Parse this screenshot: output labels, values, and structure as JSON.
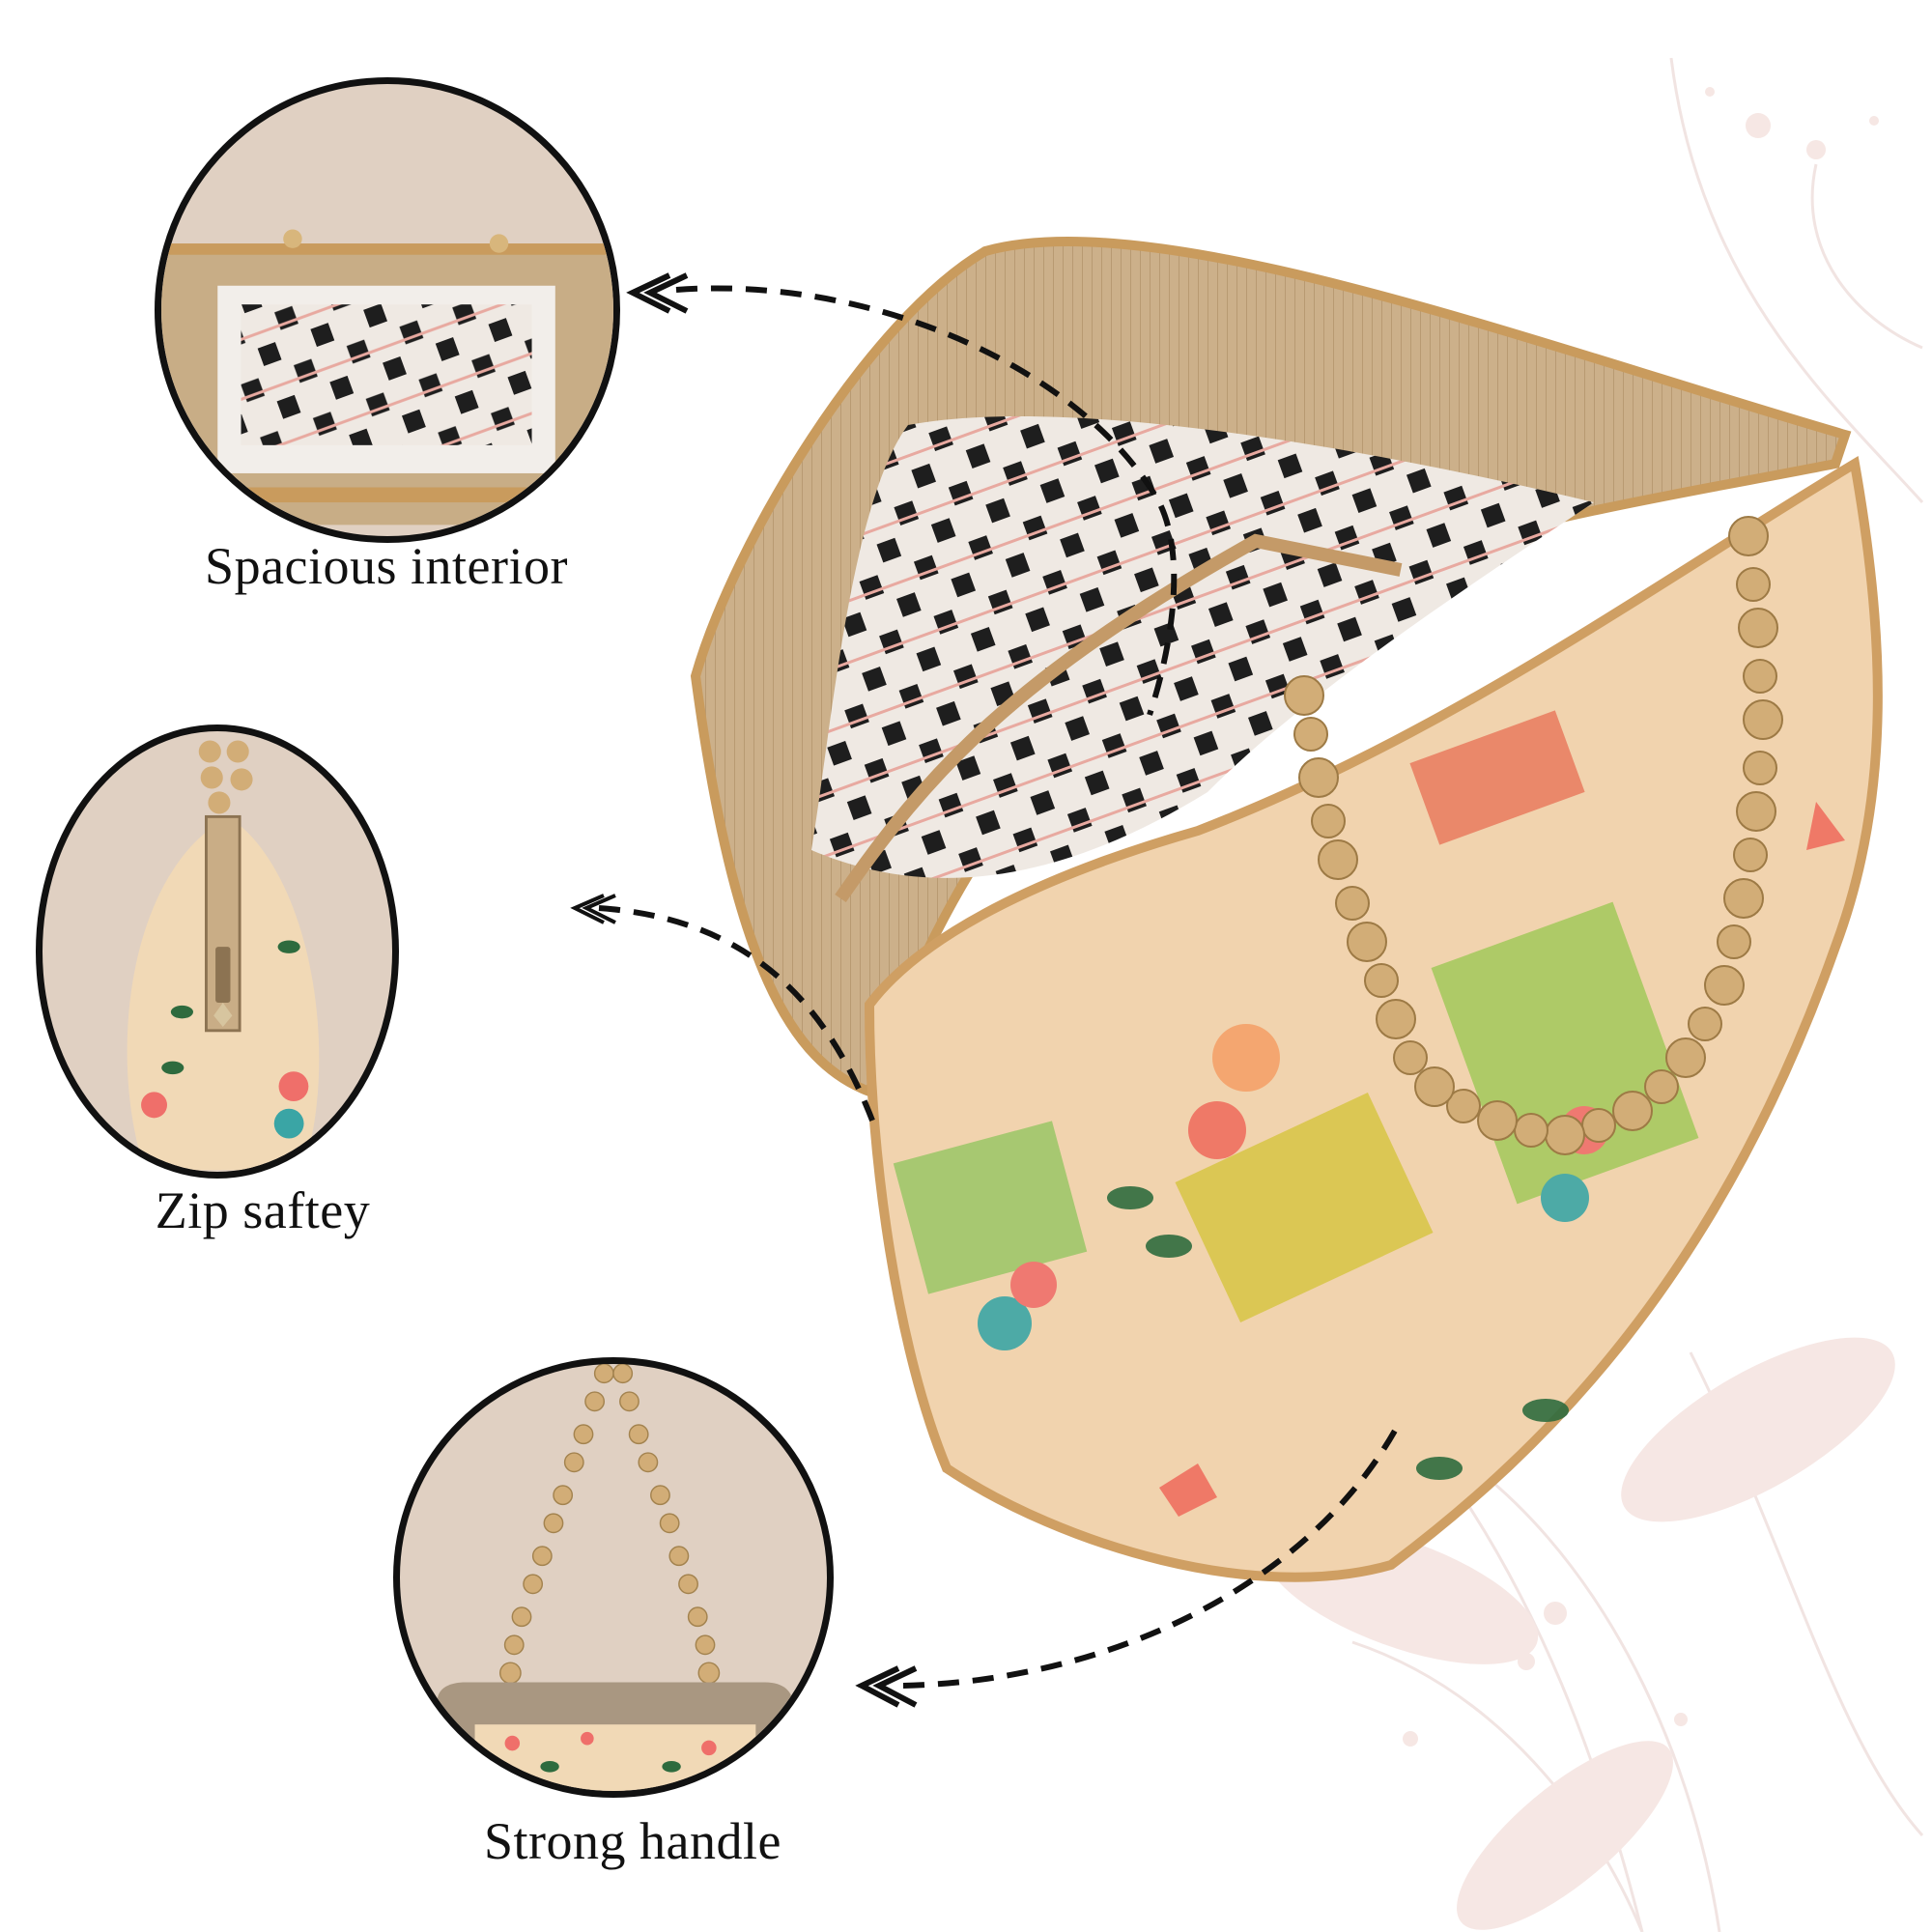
{
  "colors": {
    "circle_fill": "#e0d0c2",
    "circle_border": "#111111",
    "text": "#111111",
    "arrow": "#111111",
    "bag_base": "#f0d2ae",
    "bag_gold": "#c9a36b",
    "bead_gold": "#caa571",
    "lining_plaid": "#b8ada3",
    "deco_pink": "#f4dcd8"
  },
  "features": [
    {
      "id": "interior",
      "label": "Spacious interior",
      "image": "open-bag-interior-closeup",
      "arrow_icon": "double-chevron-left-icon"
    },
    {
      "id": "zip",
      "label": "Zip saftey",
      "image": "bag-side-zipper-closeup",
      "arrow_icon": "double-chevron-left-icon"
    },
    {
      "id": "handle",
      "label": "Strong handle",
      "image": "bag-beaded-handle-closeup",
      "arrow_icon": "double-chevron-left-icon"
    }
  ],
  "product": {
    "name": "embroidered-potli-handbag",
    "handle": "gold-beaded-handle",
    "pattern": "floral-patchwork-print"
  }
}
